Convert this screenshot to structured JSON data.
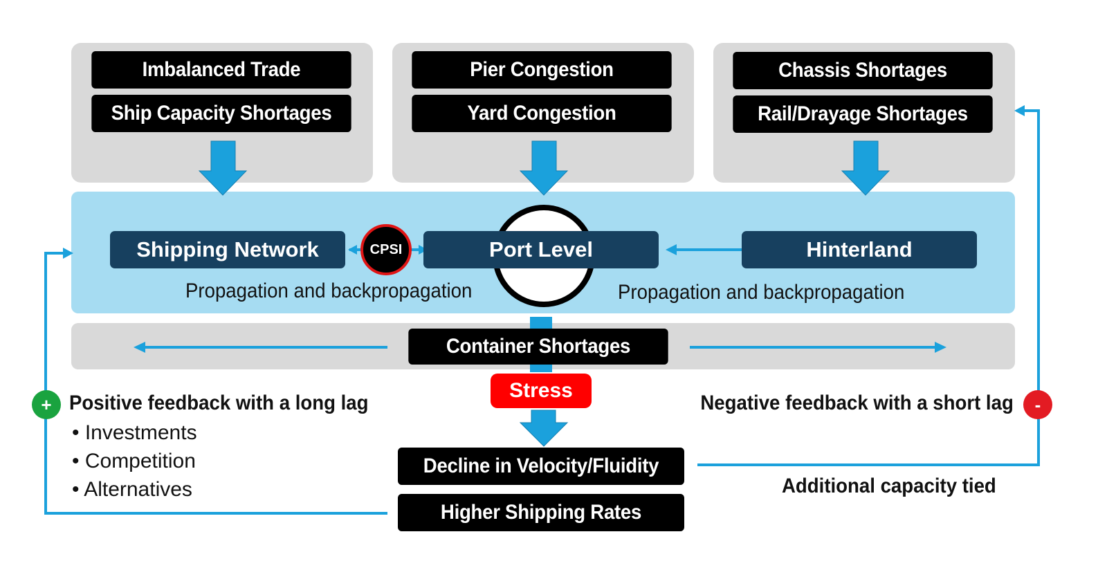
{
  "top_groups": [
    {
      "items": [
        "Imbalanced Trade",
        "Ship Capacity Shortages"
      ]
    },
    {
      "items": [
        "Pier Congestion",
        "Yard Congestion"
      ]
    },
    {
      "items": [
        "Chassis Shortages",
        "Rail/Drayage Shortages"
      ]
    }
  ],
  "middle": {
    "shipping_network": "Shipping Network",
    "cpsi": "CPSI",
    "port_level": "Port Level",
    "hinterland": "Hinterland",
    "propagation_left": "Propagation and backpropagation",
    "propagation_right": "Propagation and backpropagation"
  },
  "container_shortages": "Container Shortages",
  "stress": "Stress",
  "bottom": {
    "decline": "Decline in Velocity/Fluidity",
    "higher_rates": "Higher Shipping Rates"
  },
  "positive_feedback": {
    "sign": "+",
    "title": "Positive feedback with a long lag",
    "bullets": [
      "Investments",
      "Competition",
      "Alternatives"
    ]
  },
  "negative_feedback": {
    "sign": "-",
    "title": "Negative feedback with a short lag",
    "note": "Additional capacity tied"
  },
  "colors": {
    "arrow": "#1ba1dc",
    "panel": "#d9d9d9",
    "band": "#a6dcf2",
    "node": "#17405f",
    "stress": "#ff0000",
    "positive": "#1aa33f",
    "negative": "#e31b23"
  }
}
